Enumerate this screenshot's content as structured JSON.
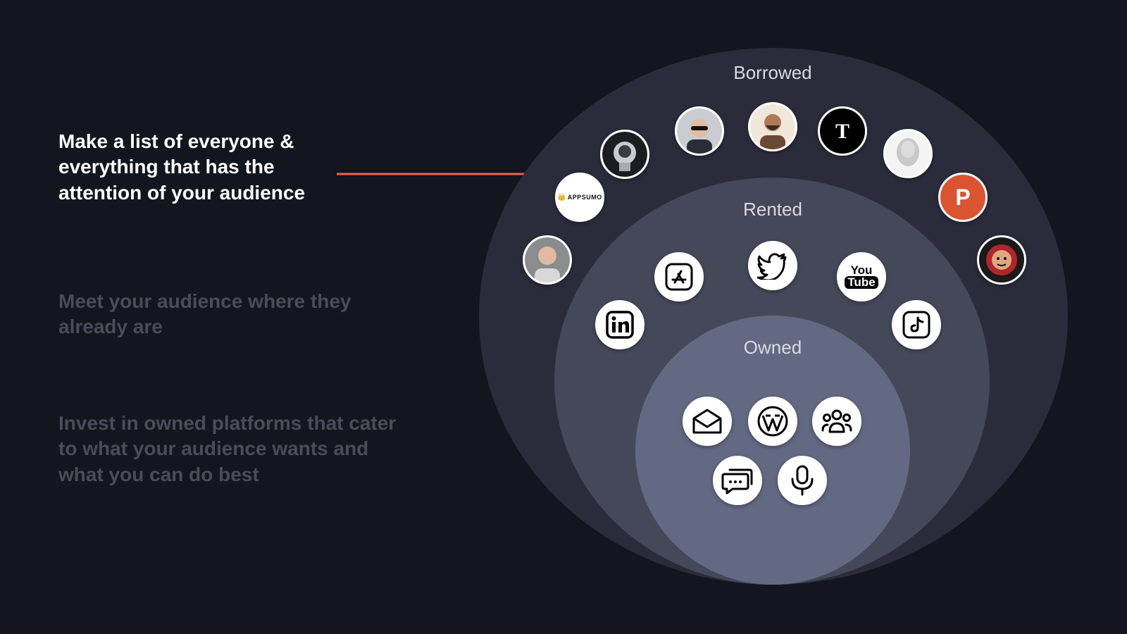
{
  "points": [
    {
      "text": "Make a list of everyone & everything that has the attention of your audience",
      "active": true
    },
    {
      "text": "Meet your audience where they already are",
      "active": false
    },
    {
      "text": "Invest in owned platforms that cater to what your audience wants and what you can do best",
      "active": false
    }
  ],
  "diagram": {
    "rings": {
      "borrowed": {
        "label": "Borrowed",
        "color": "#2b2c3b"
      },
      "rented": {
        "label": "Rented",
        "color": "#454858"
      },
      "owned": {
        "label": "Owned",
        "color": "#636982"
      }
    },
    "borrowed_nodes": [
      {
        "name": "podcaster-portrait-icon"
      },
      {
        "name": "appsumo-logo-icon",
        "text": "APPSUMO"
      },
      {
        "name": "astronaut-avatar-icon"
      },
      {
        "name": "sunglasses-person-avatar-icon"
      },
      {
        "name": "bearded-person-avatar-icon"
      },
      {
        "name": "new-york-times-logo-icon"
      },
      {
        "name": "statue-head-avatar-icon"
      },
      {
        "name": "product-hunt-logo-icon",
        "text": "P"
      },
      {
        "name": "joe-rogan-experience-logo-icon"
      }
    ],
    "rented_nodes": [
      {
        "name": "linkedin-icon"
      },
      {
        "name": "app-store-icon"
      },
      {
        "name": "twitter-icon"
      },
      {
        "name": "youtube-icon",
        "text_top": "You",
        "text_bottom": "Tube"
      },
      {
        "name": "tiktok-icon"
      }
    ],
    "owned_nodes": [
      {
        "name": "email-inbox-icon"
      },
      {
        "name": "wordpress-icon"
      },
      {
        "name": "community-group-icon"
      },
      {
        "name": "chat-bubbles-icon"
      },
      {
        "name": "microphone-icon"
      }
    ],
    "arrow_color": "#e8655a",
    "accent": {
      "product_hunt": "#da552f",
      "background": "#13151f"
    }
  }
}
